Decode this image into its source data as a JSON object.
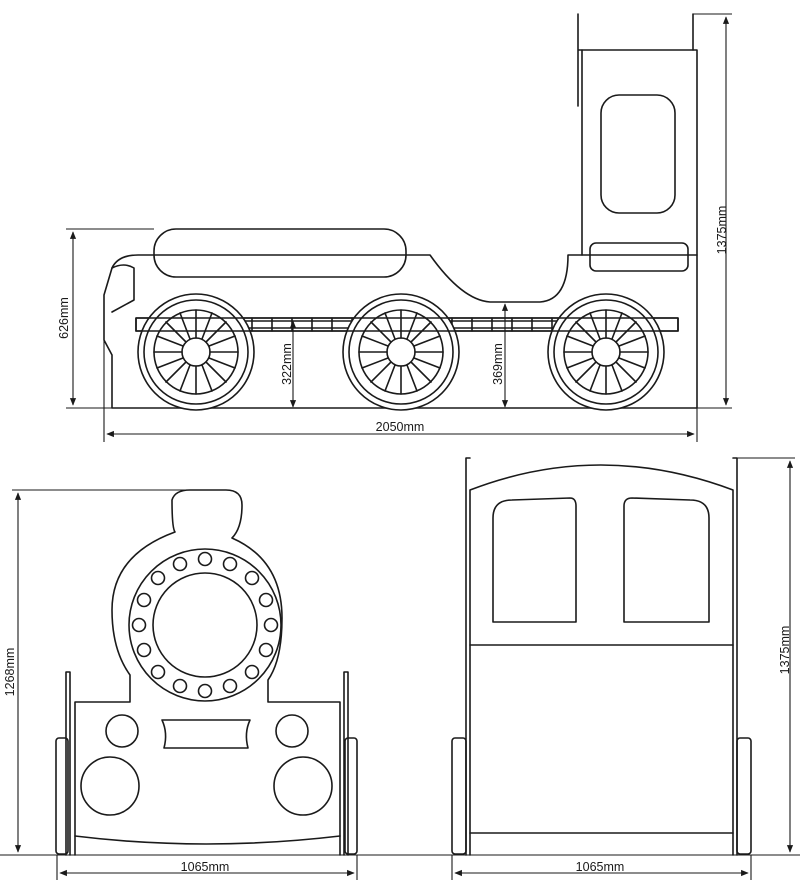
{
  "dimensions": {
    "side_height": "626mm",
    "side_length": "2050mm",
    "cab_height": "1375mm",
    "slat_height_front": "322mm",
    "slat_height_rear": "369mm",
    "front_height": "1268mm",
    "front_width": "1065mm",
    "back_height": "1375mm",
    "back_width": "1065mm"
  },
  "colors": {
    "stroke": "#1a1a1a",
    "background": "#ffffff"
  }
}
